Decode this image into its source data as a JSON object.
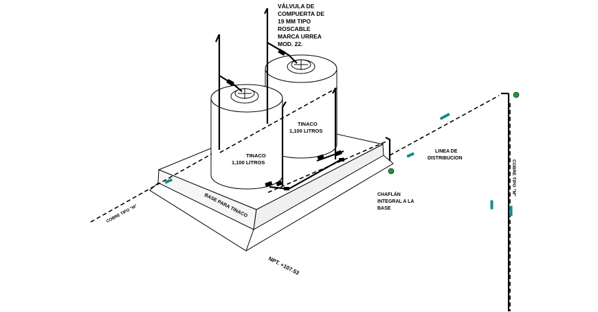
{
  "labels": {
    "valve": [
      "VÁLVULA DE",
      "COMPUERTA DE",
      "19 MM TIPO",
      "ROSCABLE",
      "MARCA URREA",
      "MOD. 22."
    ],
    "tank_back": [
      "TINACO",
      "1,100 LITROS"
    ],
    "tank_front": [
      "TINACO",
      "1,100 LITROS"
    ],
    "base": "BASE PARA TINACO",
    "chamfer": [
      "CHAFLÁN",
      "INTEGRAL A LA",
      "BASE"
    ],
    "distribution": [
      "LINEA DE",
      "DISTRIBUCION"
    ],
    "copper_left": "COBRE TIPO \"M\"",
    "copper_right": "COBRE TIPO \"M\"",
    "level": "NPT. +107.53"
  },
  "markers": {
    "marker_a": "0",
    "marker_b": "0"
  },
  "colors": {
    "line": "#000000",
    "pipe": "#000000",
    "accent": "#1a8a8a",
    "marker": "#1a9a3a"
  }
}
